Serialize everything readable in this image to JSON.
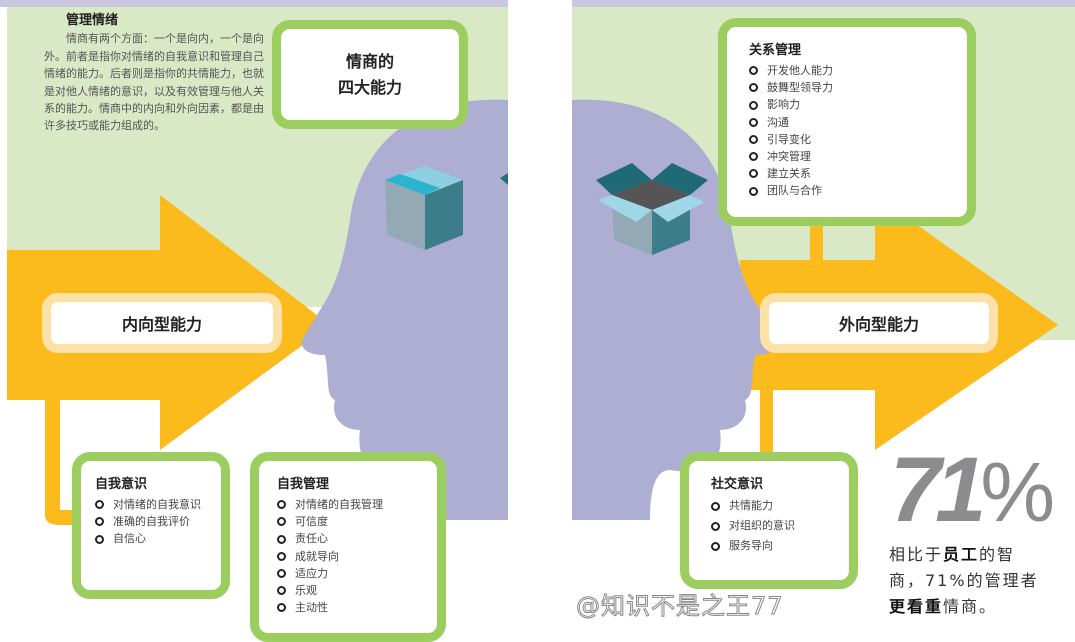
{
  "colors": {
    "green_bg": "#d9e8c5",
    "green_border": "#9bcd5f",
    "yellow_arrow": "#fbbb1c",
    "head": "#aeaed3",
    "top_strip": "#c9c6e0",
    "number": "#8c8c8e"
  },
  "intro": {
    "title": "管理情绪",
    "body": "情商有两个方面：一个是向内，一个是向外。前者是指你对情绪的自我意识和管理自己情绪的能力。后者则是指你的共情能力，也就是对他人情绪的意识，以及有效管理与他人关系的能力。情商中的内向和外向因素，都是由许多技巧或能力组成的。"
  },
  "title_box": {
    "line1": "情商的",
    "line2": "四大能力"
  },
  "inward": {
    "label": "内向型能力"
  },
  "outward": {
    "label": "外向型能力"
  },
  "self_awareness": {
    "title": "自我意识",
    "items": [
      "对情绪的自我意识",
      "准确的自我评价",
      "自信心"
    ]
  },
  "self_management": {
    "title": "自我管理",
    "items": [
      "对情绪的自我管理",
      "可信度",
      "责任心",
      "成就导向",
      "适应力",
      "乐观",
      "主动性"
    ]
  },
  "relationship_management": {
    "title": "关系管理",
    "items": [
      "开发他人能力",
      "鼓舞型领导力",
      "影响力",
      "沟通",
      "引导变化",
      "冲突管理",
      "建立关系",
      "团队与合作"
    ]
  },
  "social_awareness": {
    "title": "社交意识",
    "items": [
      "共情能力",
      "对组织的意识",
      "服务导向"
    ]
  },
  "stat": {
    "number": "71",
    "percent": "%",
    "text_a": "相比于",
    "text_b": "员工",
    "text_c": "的智商，71%的管理者",
    "text_d": "更看重",
    "text_e": "情商。"
  },
  "watermark": "@知识不是之王77"
}
